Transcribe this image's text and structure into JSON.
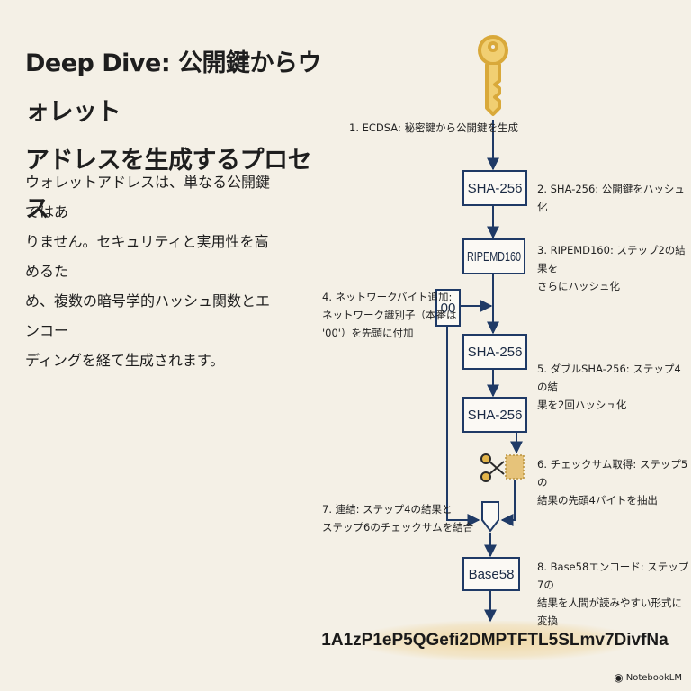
{
  "title": {
    "line1": "Deep Dive: 公開鍵からウォレット",
    "line2": "アドレスを生成するプロセス"
  },
  "description": {
    "line1": "ウォレットアドレスは、単なる公開鍵ではあ",
    "line2": "りません。セキュリティと実用性を高めるた",
    "line3": "め、複数の暗号学的ハッシュ関数とエンコー",
    "line4": "ディングを経て生成されます。"
  },
  "boxes": {
    "sha256_1": "SHA-256",
    "ripemd160": "RIPEMD160",
    "prefix": "00",
    "sha256_2": "SHA-256",
    "sha256_3": "SHA-256",
    "base58": "Base58"
  },
  "steps": {
    "s1": "1. ECDSA: 秘密鍵から公開鍵を生成",
    "s2": "2. SHA-256: 公開鍵をハッシュ化",
    "s3a": "3. RIPEMD160: ステップ2の結果を",
    "s3b": "さらにハッシュ化",
    "s4a": "4. ネットワークバイト追加:",
    "s4b": "ネットワーク識別子（本番は",
    "s4c": "'00'）を先頭に付加",
    "s5a": "5. ダブルSHA-256: ステップ4の結",
    "s5b": "果を2回ハッシュ化",
    "s6a": "6. チェックサム取得: ステップ5の",
    "s6b": "結果の先頭4バイトを抽出",
    "s7a": "7. 連結: ステップ4の結果と",
    "s7b": "ステップ6のチェックサムを結合",
    "s8a": "8. Base58エンコード: ステップ7の",
    "s8b": "結果を人間が読みやすい形式に変換"
  },
  "address": "1A1zP1eP5QGefi2DMPTFTL5SLmv7DivfNa",
  "brand": "NotebookLM",
  "icons": {
    "key": "key-icon",
    "scissors": "scissors-icon",
    "checksum": "checksum-block-icon",
    "merge": "merge-funnel-icon",
    "brand": "notebooklm-logo-icon"
  },
  "colors": {
    "background": "#f4f0e6",
    "box_stroke": "#1f3a66",
    "arrow": "#1f3a66",
    "key": "#e3b54a",
    "highlight": "#ecc46e"
  }
}
